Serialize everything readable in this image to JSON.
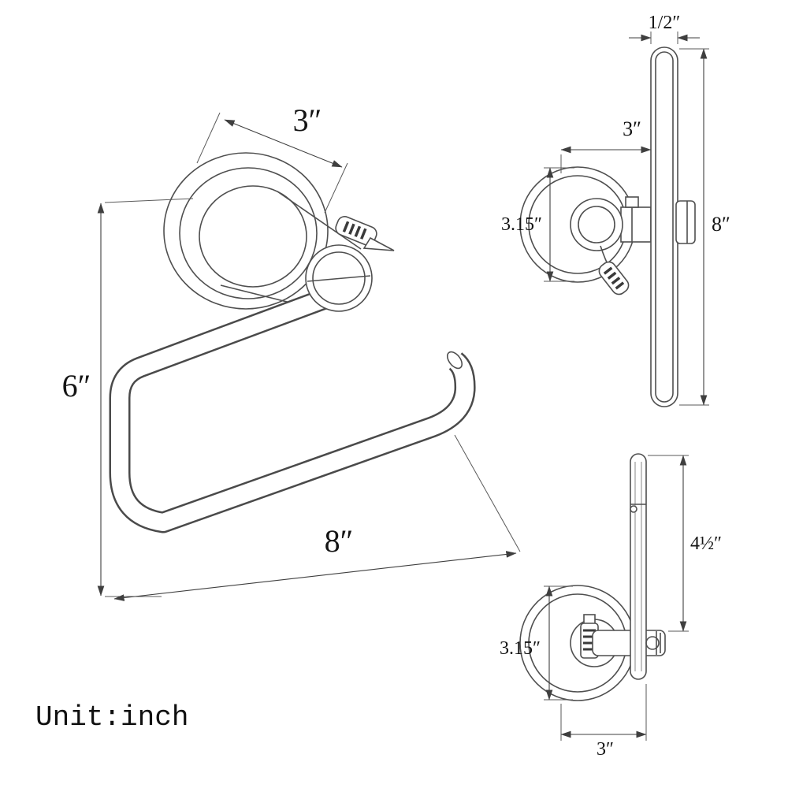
{
  "unit_label": "Unit:inch",
  "views": {
    "perspective": {
      "width_top": "3″",
      "height_left": "6″",
      "width_bottom": "8″"
    },
    "side": {
      "bar_thickness": "1/2″",
      "depth": "3″",
      "base_diameter": "3.15″",
      "bar_height": "8″"
    },
    "top": {
      "arm_height": "4½″",
      "base_diameter": "3.15″",
      "depth": "3″"
    }
  }
}
